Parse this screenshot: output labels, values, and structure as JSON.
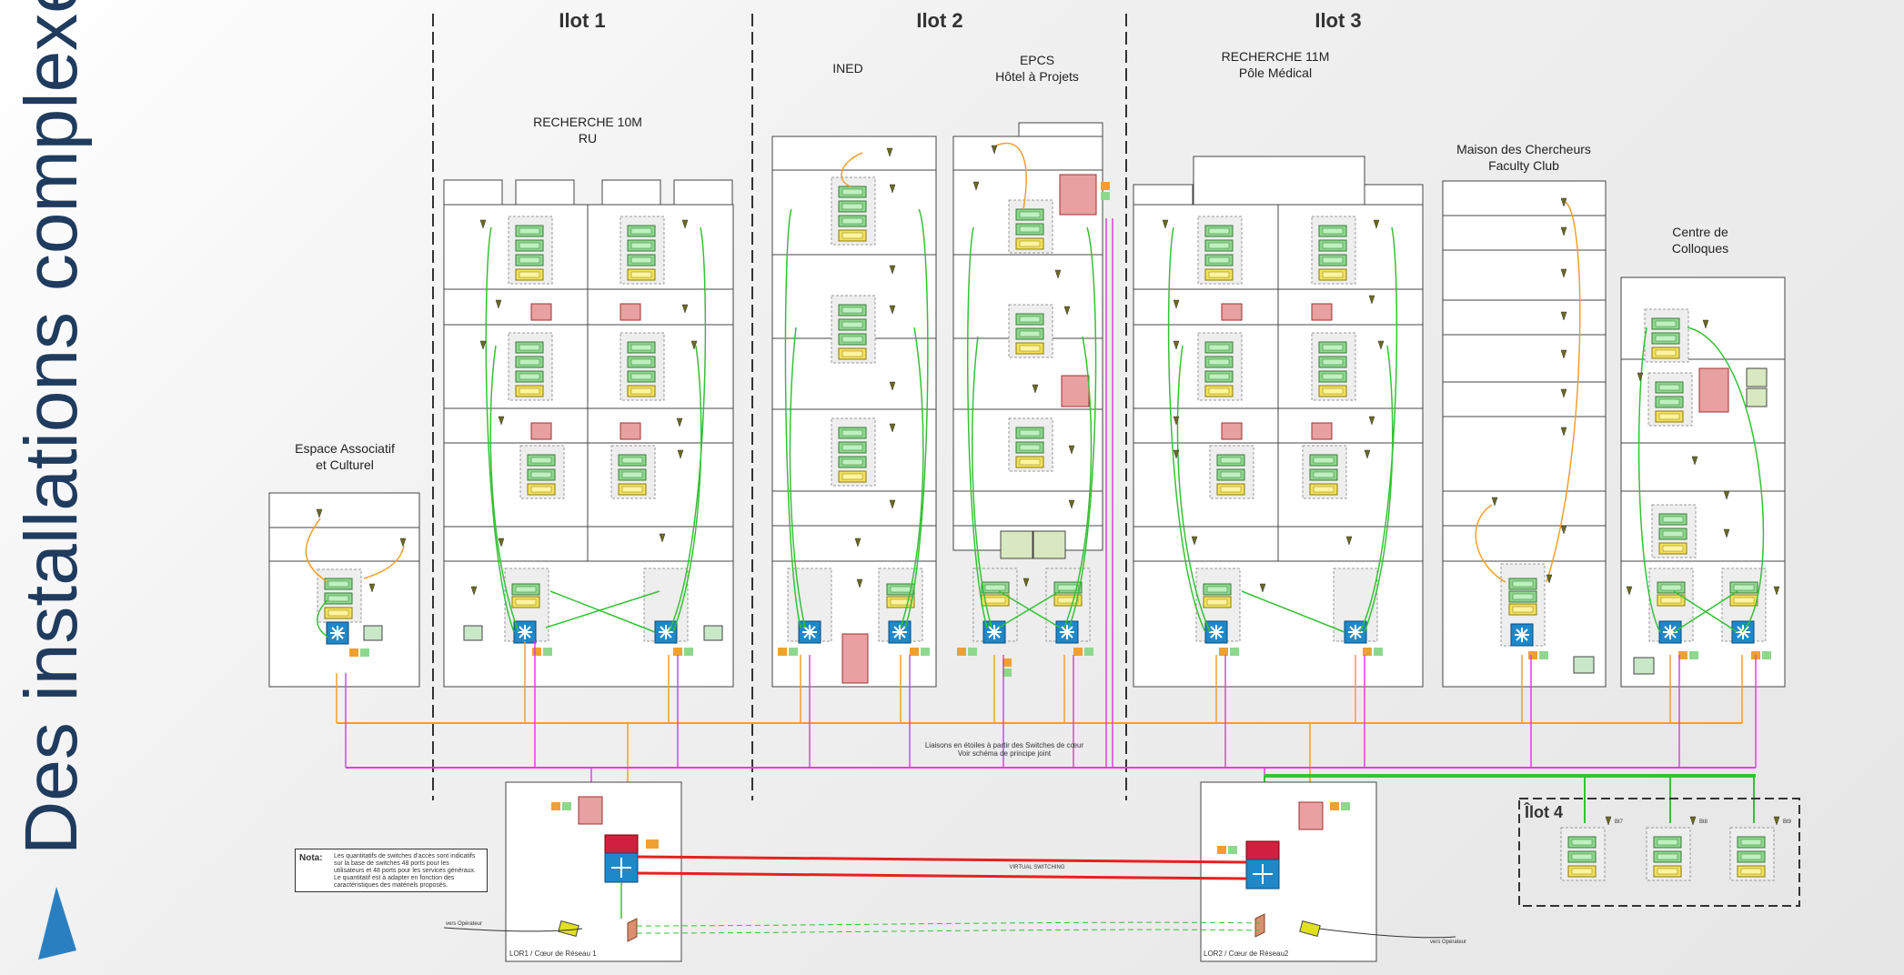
{
  "slide_title": "Des installations complexes",
  "ilots": [
    "Ilot 1",
    "Ilot 2",
    "Ilot 3"
  ],
  "buildings": {
    "espace": {
      "line1": "Espace Associatif",
      "line2": "et Culturel"
    },
    "recherche10m": {
      "line1": "RECHERCHE 10M",
      "line2": "RU"
    },
    "ined": {
      "line1": "INED"
    },
    "epcs": {
      "line1": "EPCS",
      "line2": "Hôtel à Projets"
    },
    "recherche11m": {
      "line1": "RECHERCHE 11M",
      "line2": "Pôle Médical"
    },
    "maison": {
      "line1": "Maison des Chercheurs",
      "line2": "Faculty Club"
    },
    "centre": {
      "line1": "Centre de",
      "line2": "Colloques"
    }
  },
  "ilot4": {
    "title": "Îlot 4",
    "labels": [
      "Bt7",
      "Bt8",
      "Bt9"
    ]
  },
  "liaisons": {
    "line1": "Liaisons en étoiles à partir des Switches de cœur",
    "line2": "Voir schéma de principe joint"
  },
  "virtual_switching": "VIRTUAL SWITCHING",
  "lor1": "LOR1 / Cœur de Réseau 1",
  "lor2": "LOR2 / Cœur de Réseau2",
  "vers_operateur": "vers Opérateur",
  "note": {
    "title": "Nota:",
    "text": "Les quantitatifs de switches d'accès sont indicatifs sur la base de switches 48 ports pour les utilisateurs et 48 ports pour les services généraux. Le quantitatif est à adapter en fonction des caractéristiques des matériels proposés."
  },
  "colors": {
    "green_link": "#35c135",
    "orange_link": "#f0a030",
    "magenta_link": "#e040e0",
    "red_link": "#e82020",
    "title_blue": "#1f3b5e",
    "switch_blue": "#1e88c8"
  }
}
